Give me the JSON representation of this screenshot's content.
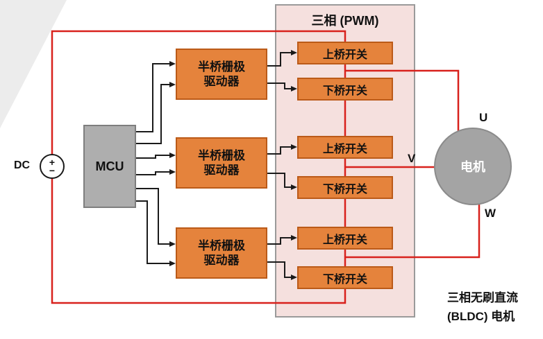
{
  "source": {
    "label": "DC",
    "plus": "+",
    "minus": "−"
  },
  "mcu": {
    "label": "MCU"
  },
  "panel": {
    "title": "三相 (PWM)"
  },
  "drivers": [
    {
      "line1": "半桥栅极",
      "line2": "驱动器"
    },
    {
      "line1": "半桥栅极",
      "line2": "驱动器"
    },
    {
      "line1": "半桥栅极",
      "line2": "驱动器"
    }
  ],
  "switches": [
    {
      "label": "上桥开关"
    },
    {
      "label": "下桥开关"
    },
    {
      "label": "上桥开关"
    },
    {
      "label": "下桥开关"
    },
    {
      "label": "上桥开关"
    },
    {
      "label": "下桥开关"
    }
  ],
  "motor": {
    "label": "电机"
  },
  "phases": {
    "u": "U",
    "v": "V",
    "w": "W"
  },
  "caption": {
    "line1": "三相无刷直流",
    "line2": "(BLDC) 电机"
  },
  "colors": {
    "power_wire_red": "#d8211c",
    "signal_wire_black": "#1a1a1a",
    "block_orange": "#e5833c",
    "block_orange_border": "#bb5a18",
    "panel_pink": "#f5e0de",
    "mcu_gray": "#aeaeae",
    "motor_gray": "#a4a4a4"
  }
}
